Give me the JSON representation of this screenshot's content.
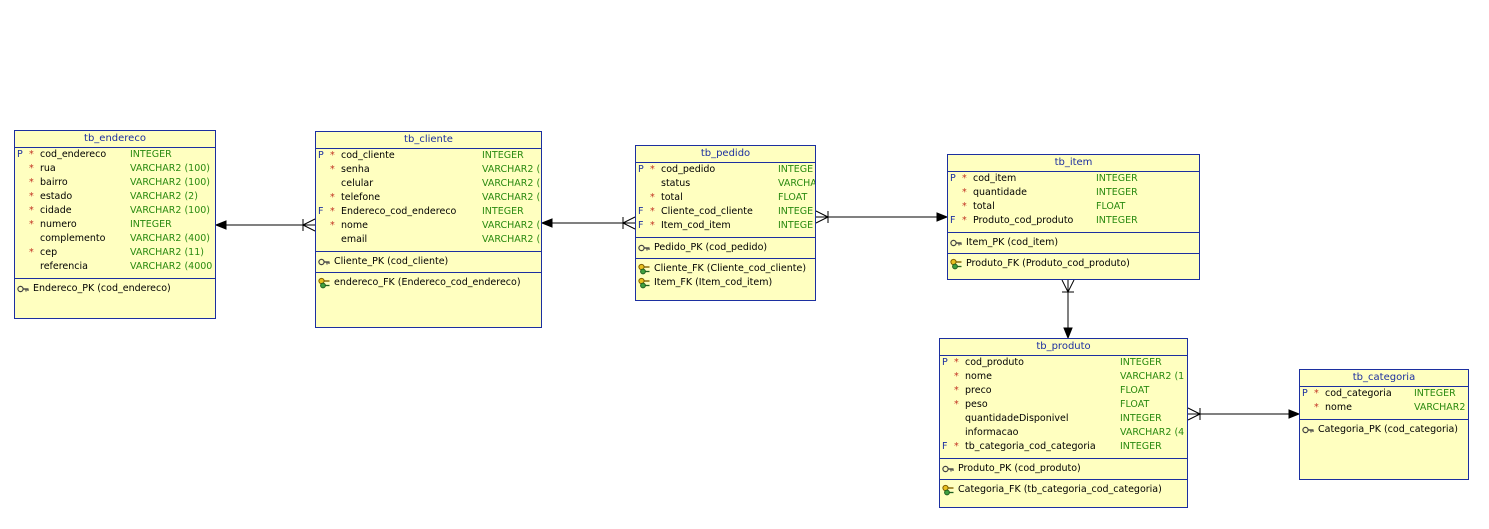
{
  "tables": [
    {
      "name": "tb_endereco",
      "columns": [
        {
          "key": "P",
          "mandatory": true,
          "name": "cod_endereco",
          "type": "INTEGER"
        },
        {
          "key": "",
          "mandatory": true,
          "name": "rua",
          "type": "VARCHAR2 (100)"
        },
        {
          "key": "",
          "mandatory": true,
          "name": "bairro",
          "type": "VARCHAR2 (100)"
        },
        {
          "key": "",
          "mandatory": true,
          "name": "estado",
          "type": "VARCHAR2 (2)"
        },
        {
          "key": "",
          "mandatory": true,
          "name": "cidade",
          "type": "VARCHAR2 (100)"
        },
        {
          "key": "",
          "mandatory": true,
          "name": "numero",
          "type": "INTEGER"
        },
        {
          "key": "",
          "mandatory": false,
          "name": "complemento",
          "type": "VARCHAR2 (400)"
        },
        {
          "key": "",
          "mandatory": true,
          "name": "cep",
          "type": "VARCHAR2 (11)"
        },
        {
          "key": "",
          "mandatory": false,
          "name": "referencia",
          "type": "VARCHAR2 (4000"
        }
      ],
      "pk": [
        "Endereco_PK (cod_endereco)"
      ],
      "fk": []
    },
    {
      "name": "tb_cliente",
      "columns": [
        {
          "key": "P",
          "mandatory": true,
          "name": "cod_cliente",
          "type": "INTEGER"
        },
        {
          "key": "",
          "mandatory": true,
          "name": "senha",
          "type": "VARCHAR2 ("
        },
        {
          "key": "",
          "mandatory": false,
          "name": "celular",
          "type": "VARCHAR2 ("
        },
        {
          "key": "",
          "mandatory": true,
          "name": "telefone",
          "type": "VARCHAR2 ("
        },
        {
          "key": "F",
          "mandatory": true,
          "name": "Endereco_cod_endereco",
          "type": "INTEGER"
        },
        {
          "key": "",
          "mandatory": true,
          "name": "nome",
          "type": "VARCHAR2 ("
        },
        {
          "key": "",
          "mandatory": false,
          "name": "email",
          "type": "VARCHAR2 ("
        }
      ],
      "pk": [
        "Cliente_PK (cod_cliente)"
      ],
      "fk": [
        "endereco_FK (Endereco_cod_endereco)"
      ]
    },
    {
      "name": "tb_pedido",
      "columns": [
        {
          "key": "P",
          "mandatory": true,
          "name": "cod_pedido",
          "type": "INTEGE"
        },
        {
          "key": "",
          "mandatory": false,
          "name": "status",
          "type": "VARCHA"
        },
        {
          "key": "",
          "mandatory": true,
          "name": "total",
          "type": "FLOAT"
        },
        {
          "key": "F",
          "mandatory": true,
          "name": "Cliente_cod_cliente",
          "type": "INTEGE"
        },
        {
          "key": "F",
          "mandatory": true,
          "name": "Item_cod_item",
          "type": "INTEGE"
        }
      ],
      "pk": [
        "Pedido_PK (cod_pedido)"
      ],
      "fk": [
        "Cliente_FK (Cliente_cod_cliente)",
        "Item_FK (Item_cod_item)"
      ]
    },
    {
      "name": "tb_item",
      "columns": [
        {
          "key": "P",
          "mandatory": true,
          "name": "cod_item",
          "type": "INTEGER"
        },
        {
          "key": "",
          "mandatory": true,
          "name": "quantidade",
          "type": "INTEGER"
        },
        {
          "key": "",
          "mandatory": true,
          "name": "total",
          "type": "FLOAT"
        },
        {
          "key": "F",
          "mandatory": true,
          "name": "Produto_cod_produto",
          "type": "INTEGER"
        }
      ],
      "pk": [
        "Item_PK (cod_item)"
      ],
      "fk": [
        "Produto_FK (Produto_cod_produto)"
      ]
    },
    {
      "name": "tb_produto",
      "columns": [
        {
          "key": "P",
          "mandatory": true,
          "name": "cod_produto",
          "type": "INTEGER"
        },
        {
          "key": "",
          "mandatory": true,
          "name": "nome",
          "type": "VARCHAR2 (1"
        },
        {
          "key": "",
          "mandatory": true,
          "name": "preco",
          "type": "FLOAT"
        },
        {
          "key": "",
          "mandatory": true,
          "name": "peso",
          "type": "FLOAT"
        },
        {
          "key": "",
          "mandatory": false,
          "name": "quantidadeDisponivel",
          "type": "INTEGER"
        },
        {
          "key": "",
          "mandatory": false,
          "name": "informacao",
          "type": "VARCHAR2 (4"
        },
        {
          "key": "F",
          "mandatory": true,
          "name": "tb_categoria_cod_categoria",
          "type": "INTEGER"
        }
      ],
      "pk": [
        "Produto_PK (cod_produto)"
      ],
      "fk": [
        "Categoria_FK (tb_categoria_cod_categoria)"
      ]
    },
    {
      "name": "tb_categoria",
      "columns": [
        {
          "key": "P",
          "mandatory": true,
          "name": "cod_categoria",
          "type": "INTEGER"
        },
        {
          "key": "",
          "mandatory": true,
          "name": "nome",
          "type": "VARCHAR2"
        }
      ],
      "pk": [
        "Categoria_PK (cod_categoria)"
      ],
      "fk": []
    }
  ],
  "relationships": [
    {
      "from": "tb_cliente",
      "to": "tb_endereco",
      "cardinality": "many-to-one"
    },
    {
      "from": "tb_pedido",
      "to": "tb_cliente",
      "cardinality": "many-to-one"
    },
    {
      "from": "tb_pedido",
      "to": "tb_item",
      "cardinality": "many-to-one"
    },
    {
      "from": "tb_item",
      "to": "tb_produto",
      "cardinality": "many-to-one"
    },
    {
      "from": "tb_produto",
      "to": "tb_categoria",
      "cardinality": "many-to-one"
    }
  ],
  "colors": {
    "border": "#1c2fa0",
    "fill": "#ffffc0",
    "type_text": "#2a8a10",
    "mandatory": "#c03020"
  },
  "icons": {
    "pk": "key-icon",
    "fk": "foreign-key-icon"
  }
}
